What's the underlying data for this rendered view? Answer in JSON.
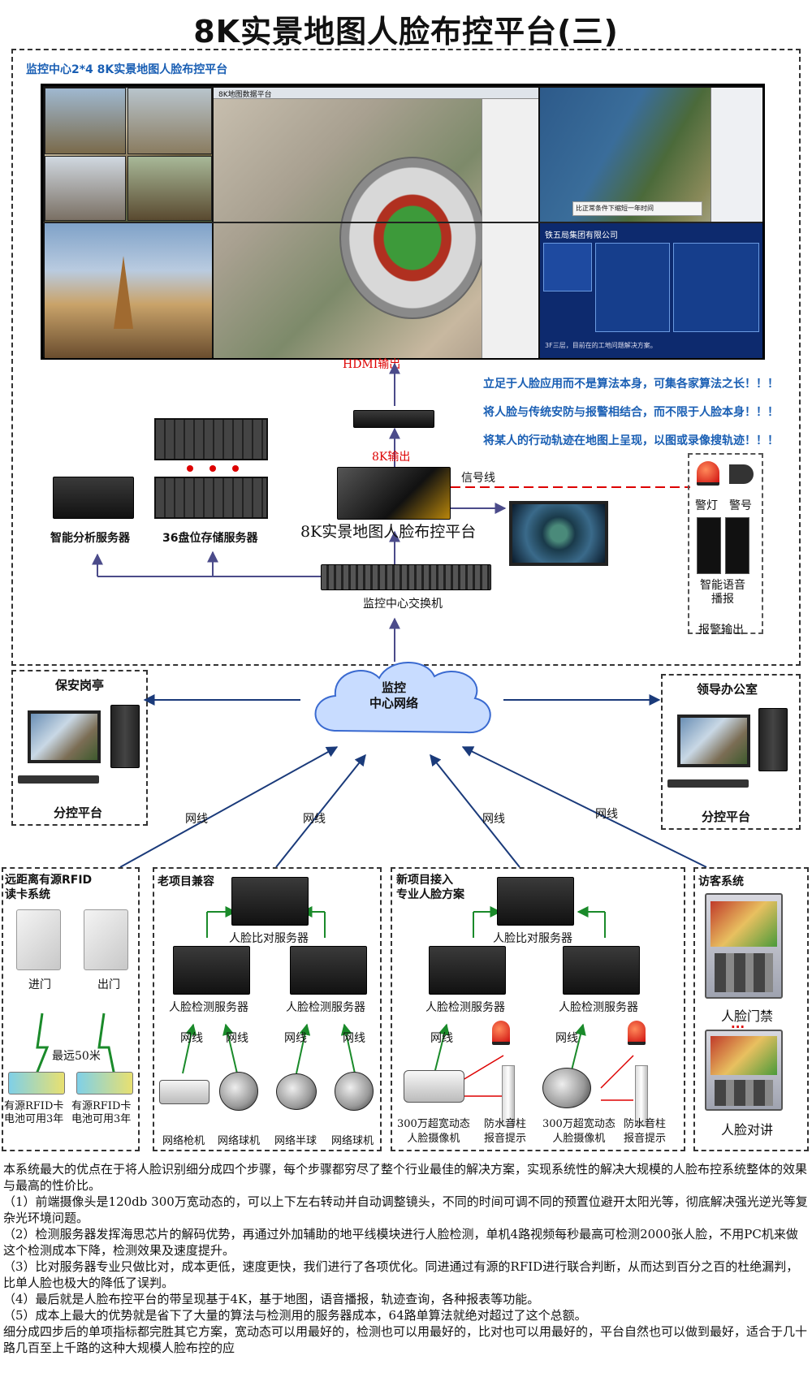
{
  "title": "8K实景地图人脸布控平台(三)",
  "monitor_center_label": "监控中心2*4  8K实景地图人脸布控平台",
  "video_wall": {
    "window_title": "8K实景地图人脸布控平台",
    "map_title_left": "8K地图数据平台",
    "right_panel_company": "铁五局集团有限公司",
    "right_panel_caption": "比正常条件下缩短一年时间",
    "right_panel_footer": "3F三层，目前在的工地问题解决方案。"
  },
  "hdmi_output": "HDMI输出",
  "eight_k_output": "8K输出",
  "slogans": [
    "立足于人脸应用而不是算法本身，可集各家算法之长！！！",
    "将人脸与传统安防与报警相结合，而不限于人脸本身！！！",
    "将某人的行动轨迹在地图上呈现，以图或录像搜轨迹！！！"
  ],
  "signal_line": "信号线",
  "platform_label": "8K实景地图人脸布控平台",
  "smart_server": "智能分析服务器",
  "storage_server": "36盘位存储服务器",
  "switch_label": "监控中心交换机",
  "alarm_light": "警灯",
  "alarm_horn": "警号",
  "voice_broadcast": "智能语音\n播报",
  "alarm_output": "报警输出",
  "network_cloud": "监控\n中心网络",
  "security_booth": "保安岗亭",
  "leader_office": "领导办公室",
  "sub_platform": "分控平台",
  "net_line": "网线",
  "rfid_system": "远距离有源RFID\n读卡系统",
  "entrance": "进门",
  "exit": "出门",
  "max_distance": "最远50米",
  "rfid_card_caption": "有源RFID卡\n电池可用3年",
  "old_project": "老项目兼容",
  "new_project": "新项目接入\n专业人脸方案",
  "face_compare_server": "人脸比对服务器",
  "face_detect_server": "人脸检测服务器",
  "cam_labels_old": [
    "网络枪机",
    "网络球机",
    "网络半球",
    "网络球机"
  ],
  "cam_labels_new": [
    "300万超宽动态\n人脸摄像机",
    "防水音柱\n报音提示",
    "300万超宽动态\n人脸摄像机",
    "防水音柱\n报音提示"
  ],
  "visitor_system": "访客系统",
  "face_door": "人脸门禁",
  "face_intercom": "人脸对讲",
  "dots": "...",
  "description": [
    "本系统最大的优点在于将人脸识别细分成四个步骤，每个步骤都穷尽了整个行业最佳的解决方案，实现系统性的解决大规模的人脸布控系统整体的效果与最高的性价比。",
    "（1）前端摄像头是120db 300万宽动态的，可以上下左右转动并自动调整镜头，不同的时间可调不同的预置位避开太阳光等，彻底解决强光逆光等复杂光环境问题。",
    "（2）检测服务器发挥海思芯片的解码优势，再通过外加辅助的地平线模块进行人脸检测，单机4路视频每秒最高可检测2000张人脸，不用PC机来做这个检测成本下降，检测效果及速度提升。",
    "（3）比对服务器专业只做比对，成本更低，速度更快，我们进行了各项优化。同进通过有源的RFID进行联合判断，从而达到百分之百的杜绝漏判，比单人脸也极大的降低了误判。",
    "（4）最后就是人脸布控平台的带呈现基于4K，基于地图，语音播报，轨迹查询，各种报表等功能。",
    "（5）成本上最大的优势就是省下了大量的算法与检测用的服务器成本，64路单算法就绝对超过了这个总额。",
    "细分成四步后的单项指标都完胜其它方案，宽动态可以用最好的，检测也可以用最好的，比对也可以用最好的，平台自然也可以做到最好，适合于几十路几百至上千路的这种大规模人脸布控的应"
  ]
}
